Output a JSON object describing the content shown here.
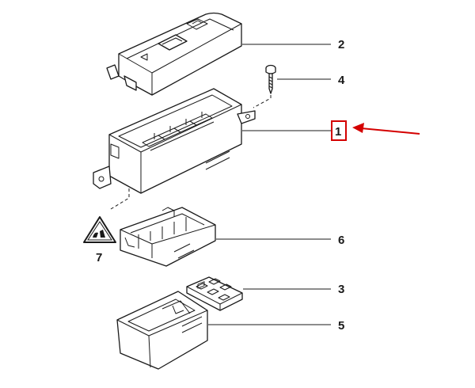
{
  "callouts": [
    {
      "id": "cover",
      "label": "2"
    },
    {
      "id": "screw",
      "label": "4"
    },
    {
      "id": "fuse-box-housing",
      "label": "1",
      "highlighted": true
    },
    {
      "id": "warning-label",
      "label": "7"
    },
    {
      "id": "fuse-carrier",
      "label": "6"
    },
    {
      "id": "relay-bridge",
      "label": "3"
    },
    {
      "id": "lower-shell",
      "label": "5"
    }
  ],
  "colors": {
    "line": "#1a1a1a",
    "highlight": "#d40000",
    "background": "#ffffff"
  },
  "icons": {
    "arrow": "red-arrow-icon",
    "warning": "warning-triangle-icon"
  }
}
